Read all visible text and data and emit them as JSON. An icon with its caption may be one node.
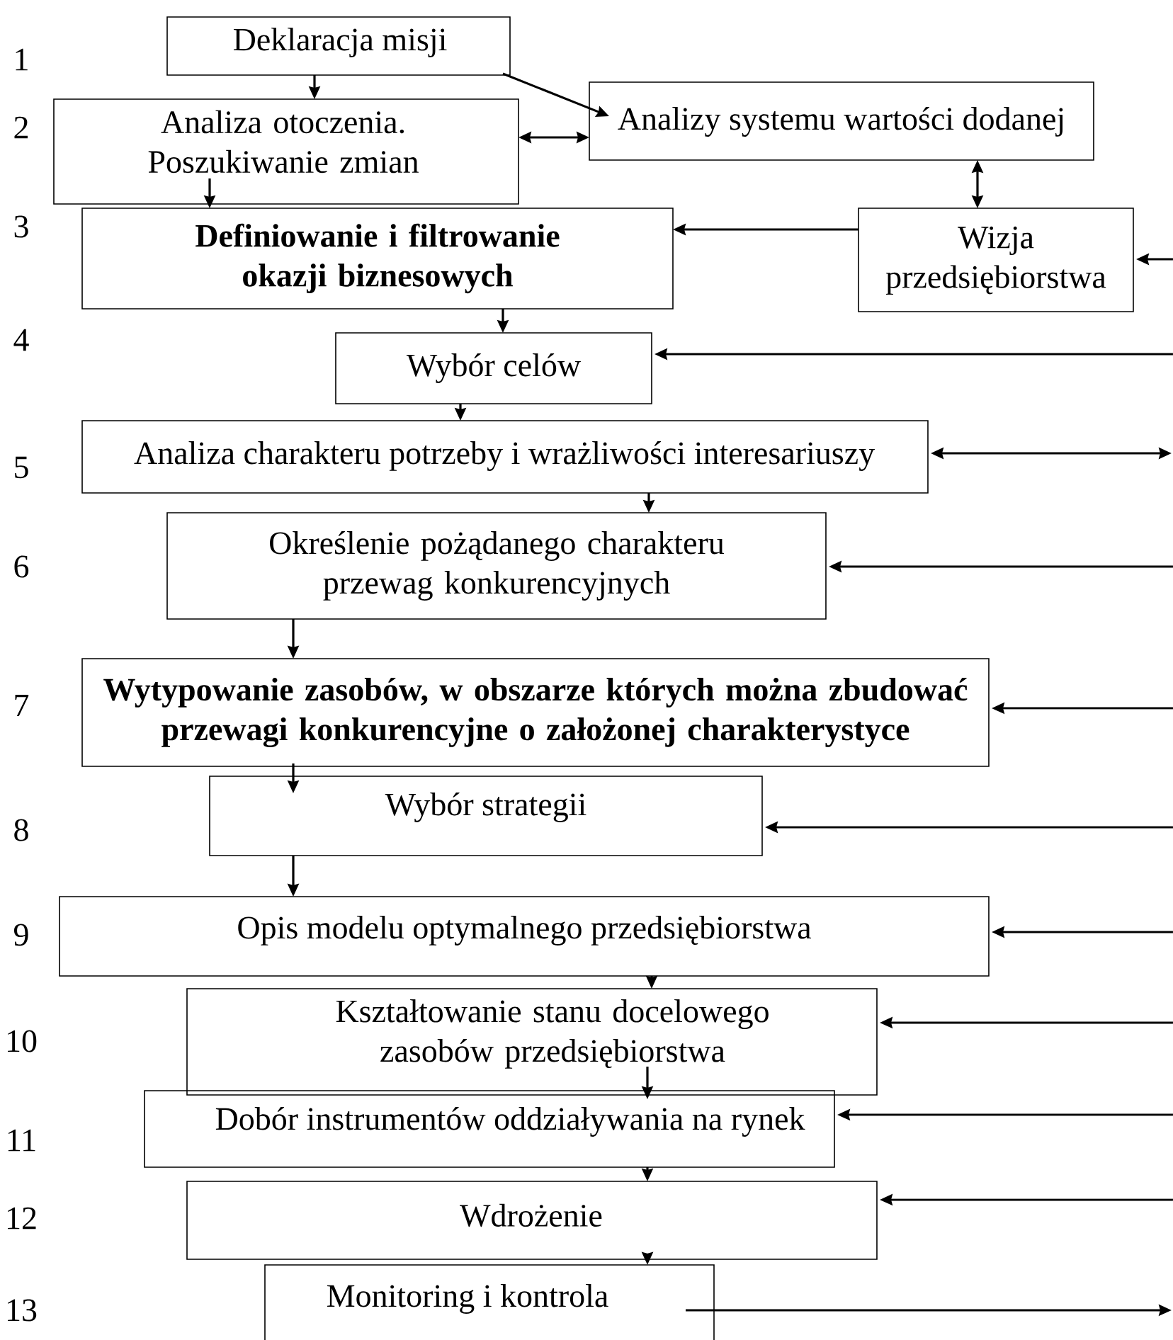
{
  "diagram": {
    "nodes": [
      {
        "text": [
          "Deklaracja misji"
        ]
      },
      {
        "text": [
          "Analiza otoczenia. Poszukiwanie zmian"
        ]
      },
      {
        "text": [
          "Analizy systemu wartości dodanej"
        ]
      },
      {
        "text": [
          "Definiowanie i filtrowanie okazji biznesowych"
        ]
      },
      {
        "text": [
          "Wizja przedsiębiorstwa"
        ]
      },
      {
        "text": [
          "Wybór celów"
        ]
      },
      {
        "text": [
          "Analiza charakteru potrzeby i wrażliwości interesariuszy"
        ]
      },
      {
        "text": [
          "Określenie pożądanego charakteru przewag konkurencyjnych"
        ]
      },
      {
        "text": [
          "Wytypowanie zasobów, w obszarze których można zbudować przewagi konkurencyjne o założonej charakterystyce"
        ]
      },
      {
        "text": [
          "Wybór strategii"
        ]
      },
      {
        "text": [
          "Opis modelu optymalnego przedsiębiorstwa"
        ]
      },
      {
        "text": [
          "Kształtowanie stanu docelowego zasobów przedsiębiorstwa"
        ]
      },
      {
        "text": [
          "Dobór instrumentów oddziaływania na rynek"
        ]
      },
      {
        "text": [
          "Wdrożenie"
        ]
      },
      {
        "text": [
          "Monitoring i kontrola"
        ]
      }
    ],
    "edges": [
      {
        "from": 0,
        "to": 1,
        "arrow": "to"
      },
      {
        "from": 0,
        "to": 2,
        "arrow": "to"
      },
      {
        "from": 1,
        "to": 2,
        "arrow": "both"
      },
      {
        "from": 2,
        "to": 4,
        "arrow": "both"
      },
      {
        "from": 4,
        "to": 3,
        "arrow": "to"
      },
      {
        "from": 1,
        "to": 3,
        "arrow": "to"
      },
      {
        "from": null,
        "to": 4,
        "arrow": "to"
      },
      {
        "from": 3,
        "to": 5,
        "arrow": "to"
      },
      {
        "from": null,
        "to": 5,
        "arrow": "to"
      },
      {
        "from": 6,
        "to": null,
        "arrow": "both"
      },
      {
        "from": 5,
        "to": 6,
        "arrow": "to"
      },
      {
        "from": 6,
        "to": 7,
        "arrow": "to"
      },
      {
        "from": null,
        "to": 7,
        "arrow": "to"
      },
      {
        "from": 7,
        "to": 8,
        "arrow": "to"
      },
      {
        "from": null,
        "to": 8,
        "arrow": "to"
      },
      {
        "from": 8,
        "to": 9,
        "arrow": "to"
      },
      {
        "from": null,
        "to": 9,
        "arrow": "to"
      },
      {
        "from": 9,
        "to": 10,
        "arrow": "to"
      },
      {
        "from": null,
        "to": 10,
        "arrow": "to"
      },
      {
        "from": 10,
        "to": 11,
        "arrow": "to"
      },
      {
        "from": null,
        "to": 11,
        "arrow": "to"
      },
      {
        "from": 11,
        "to": 12,
        "arrow": "to"
      },
      {
        "from": null,
        "to": 12,
        "arrow": "to"
      },
      {
        "from": 12,
        "to": 13,
        "arrow": "to"
      },
      {
        "from": null,
        "to": 13,
        "arrow": "to"
      },
      {
        "from": 13,
        "to": 14,
        "arrow": "to"
      },
      {
        "from": 14,
        "to": null,
        "arrow": "to"
      }
    ],
    "labels": [
      "1",
      "2",
      "3",
      "4",
      "5",
      "6",
      "7",
      "8",
      "9",
      "10",
      "11",
      "12",
      "13"
    ]
  }
}
